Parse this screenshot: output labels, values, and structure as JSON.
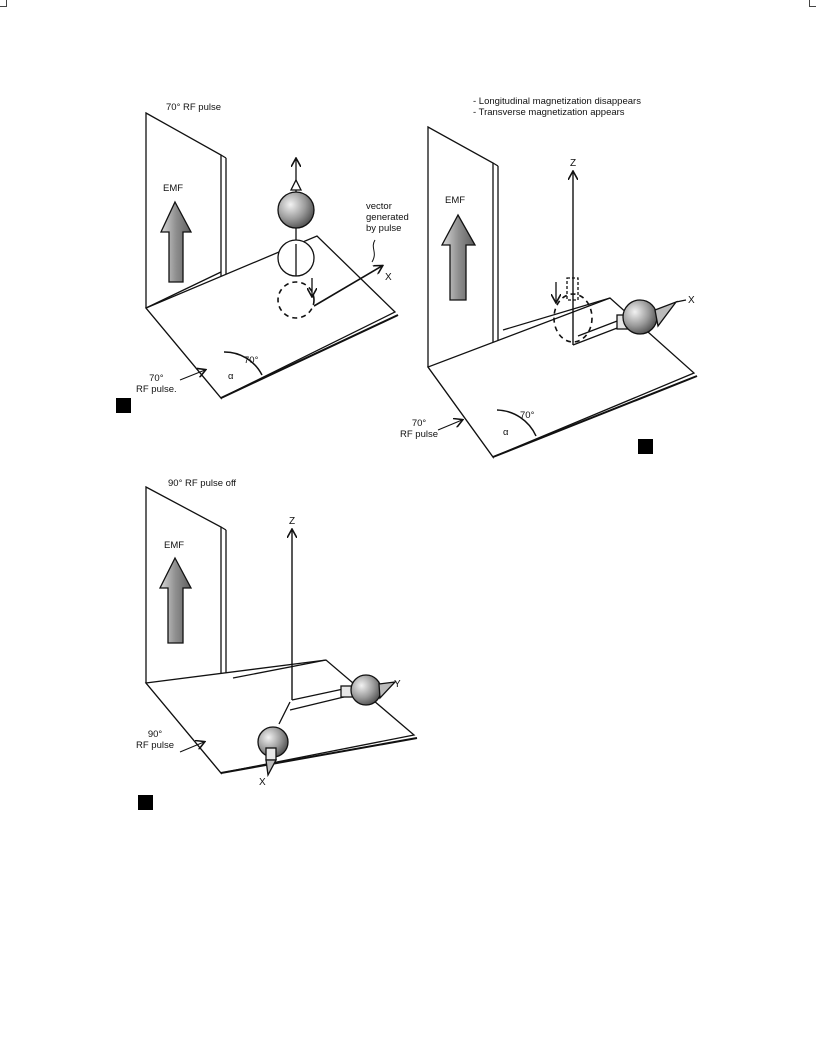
{
  "panel_a": {
    "title": "70° RF pulse",
    "emf": "EMF",
    "vector_note": [
      "vector",
      "generated",
      "by pulse"
    ],
    "axis_x": "X",
    "angle_label": "70°",
    "alpha": "α",
    "pulse_label": [
      "70°",
      "RF pulse."
    ]
  },
  "panel_b": {
    "notes": [
      "- Longitudinal magnetization disappears",
      "- Transverse magnetization appears"
    ],
    "emf": "EMF",
    "axis_z": "Z",
    "axis_x": "X",
    "angle_label": "70°",
    "alpha": "α",
    "pulse_label": [
      "70°",
      "RF pulse"
    ]
  },
  "panel_c": {
    "title": "90° RF pulse off",
    "emf": "EMF",
    "axis_z": "Z",
    "axis_y": "Y",
    "axis_x": "X",
    "pulse_label": [
      "90°",
      "RF pulse"
    ]
  },
  "colors": {
    "ink": "#111111",
    "arrow_fill": "#9a9a9a",
    "panel_mark": "#000000"
  }
}
